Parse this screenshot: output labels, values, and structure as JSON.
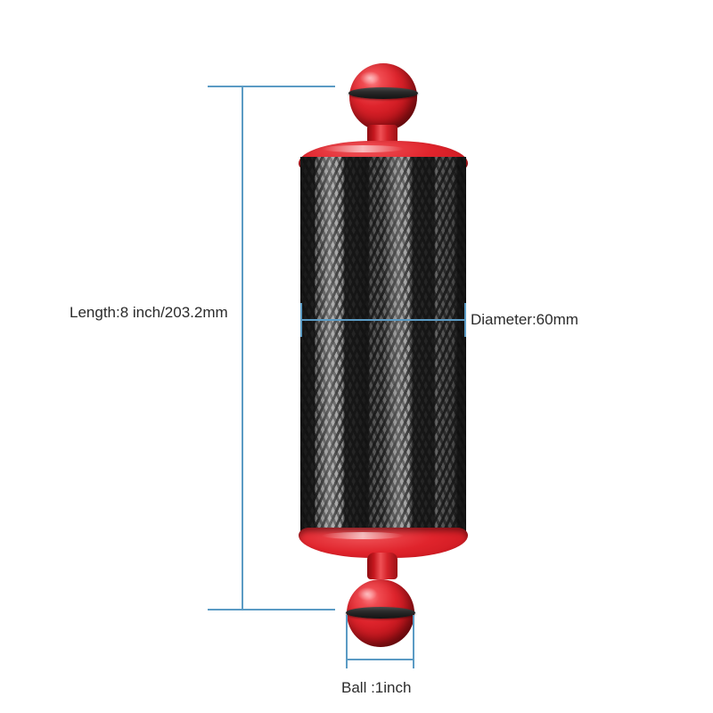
{
  "diagram": {
    "title": "Carbon fiber underwater buoyancy float arm dimension diagram",
    "accent_color": "#5b9bc4",
    "product_color": "#de242c",
    "annotations": {
      "length": "Length:8 inch/203.2mm",
      "diameter": "Diameter:60mm",
      "ball": "Ball :1inch"
    },
    "parts": {
      "top_ball": "red-ball-top",
      "top_oring": "o-ring-top",
      "top_stem": "stem-top",
      "top_flange": "flange-top",
      "body": "carbon-fiber-cylinder",
      "bottom_flange": "flange-bottom",
      "bottom_stem": "stem-bottom",
      "bottom_oring": "o-ring-bottom",
      "bottom_ball": "red-ball-bottom"
    }
  }
}
